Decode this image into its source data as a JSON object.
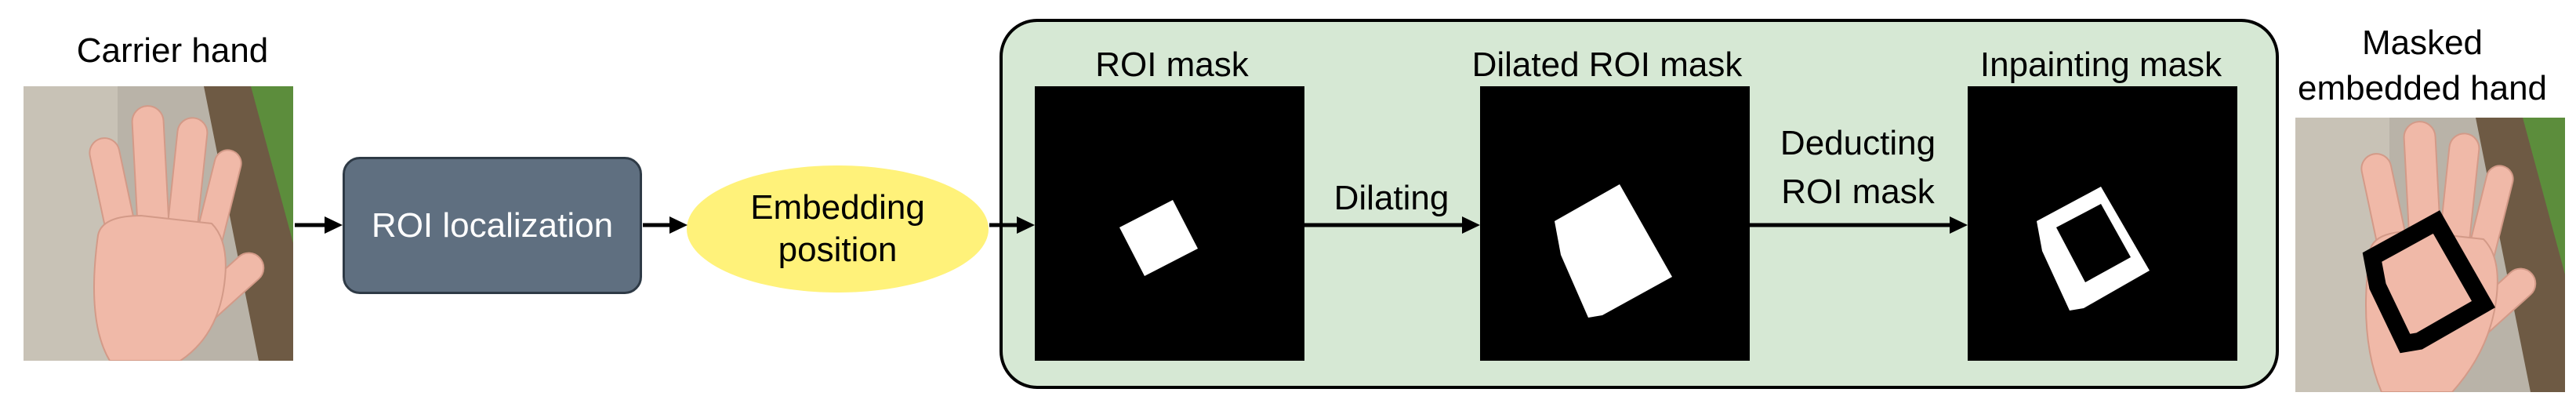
{
  "carrier": {
    "title": "Carrier hand"
  },
  "roi_localization": {
    "label": "ROI localization"
  },
  "embedding_position": {
    "line1": "Embedding",
    "line2": "position"
  },
  "panel": {
    "roi_mask_title": "ROI mask",
    "dilated_mask_title": "Dilated ROI mask",
    "inpainting_mask_title": "Inpainting mask",
    "dilating_label": "Dilating",
    "deducting_line1": "Deducting",
    "deducting_line2": "ROI mask"
  },
  "output": {
    "line1": "Masked",
    "line2": "embedded hand"
  },
  "colors": {
    "roi_box": "#5f6f80",
    "ellipse": "#fff27a",
    "panel": "#d6e8d4",
    "mask_bg": "#000000",
    "mask_fg": "#ffffff"
  }
}
